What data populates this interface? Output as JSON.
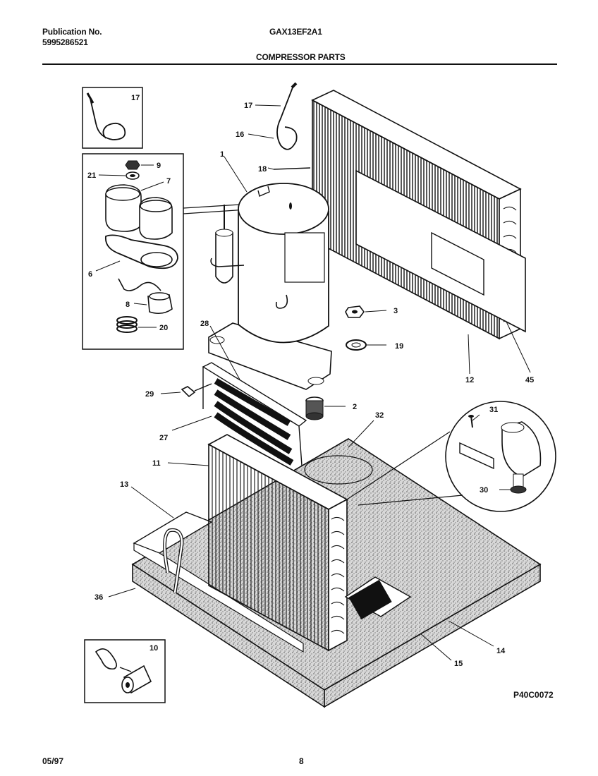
{
  "header": {
    "publication_label": "Publication No.",
    "publication_number": "5995286521",
    "model": "GAX13EF2A1",
    "section_title": "COMPRESSOR PARTS"
  },
  "footer": {
    "date": "05/97",
    "page": "8",
    "drawing_code": "P40C0072"
  },
  "callouts": [
    "17",
    "9",
    "21",
    "7",
    "6",
    "8",
    "20",
    "1",
    "17",
    "16",
    "18",
    "3",
    "19",
    "12",
    "45",
    "28",
    "29",
    "27",
    "2",
    "32",
    "31",
    "30",
    "11",
    "13",
    "36",
    "15",
    "14",
    "10"
  ]
}
